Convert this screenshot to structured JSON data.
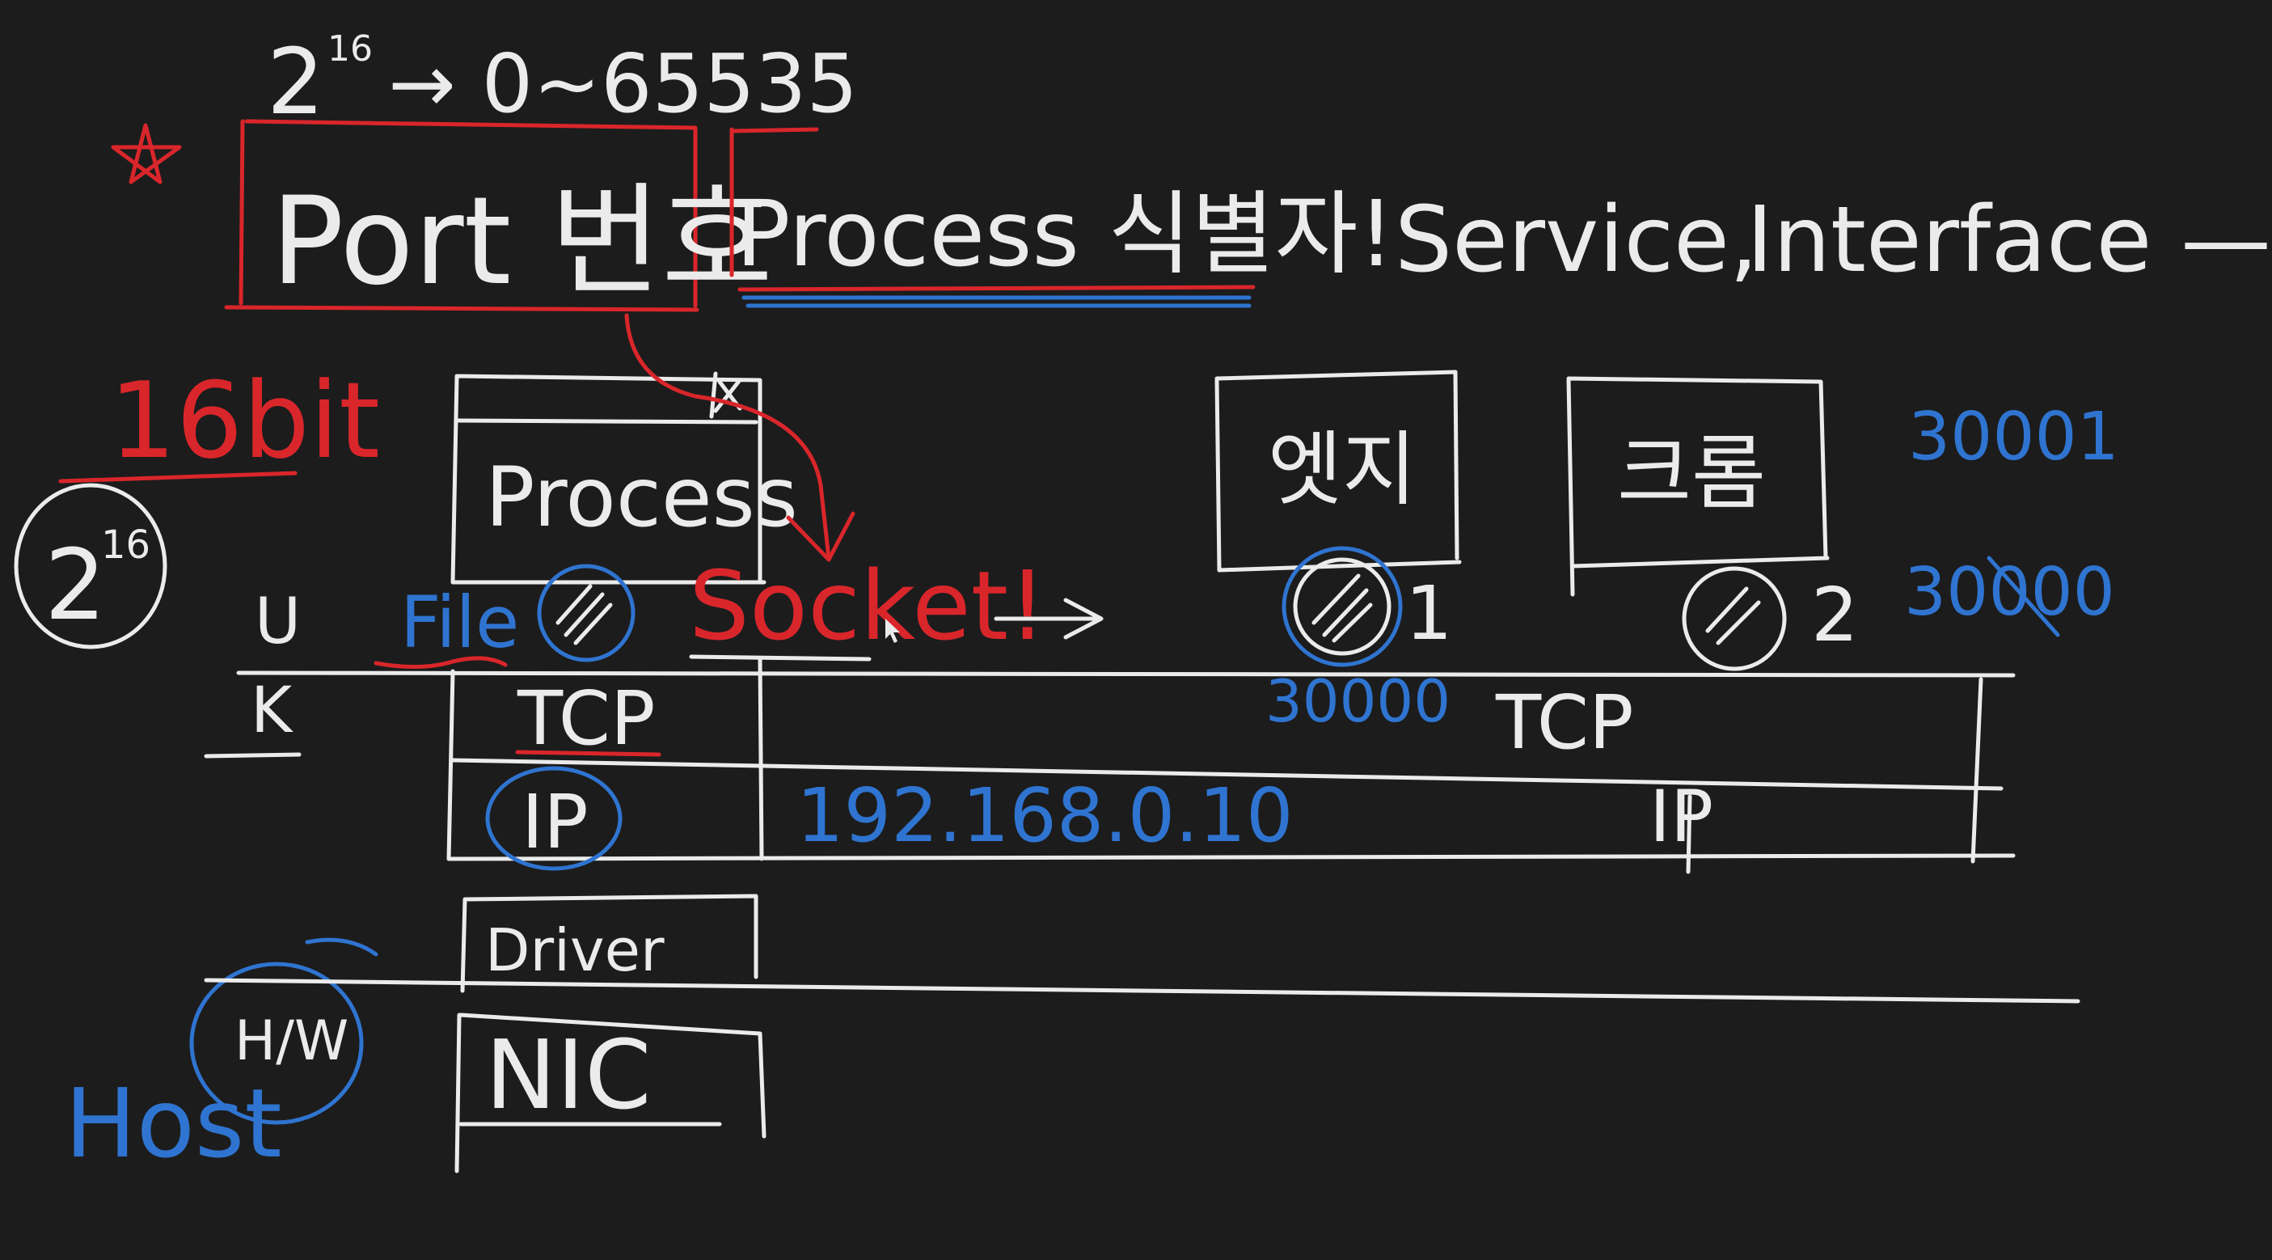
{
  "colors": {
    "background": "#1c1c1c",
    "chalk_white": "#ebebeb",
    "marker_red": "#d9262b",
    "marker_blue": "#2f74d0"
  },
  "top": {
    "power_base": "2",
    "power_exp": "16",
    "port_range": "→ 0~65535",
    "port_label": "Port 번호",
    "process_label": "Process 식별자!",
    "service_label": "Service,",
    "interface_label": "Interface —"
  },
  "left": {
    "bits": "16bit",
    "circle_base": "2",
    "circle_exp": "16",
    "user_mode": "U",
    "kernel_mode": "K",
    "hw": "H/W",
    "host": "Host"
  },
  "stack": {
    "process": "Process",
    "file": "File",
    "socket": "Socket!",
    "tcp": "TCP",
    "ip": "IP",
    "driver": "Driver",
    "nic": "NIC"
  },
  "network": {
    "ip_address": "192.168.0.10",
    "tcp": "TCP",
    "ip": "IP"
  },
  "apps": {
    "app1_name": "엣지",
    "app1_num": "1",
    "app1_port": "30000",
    "app2_name": "크롬",
    "app2_num": "2",
    "app2_port": "30001",
    "app2_port_crossed": "30000"
  }
}
